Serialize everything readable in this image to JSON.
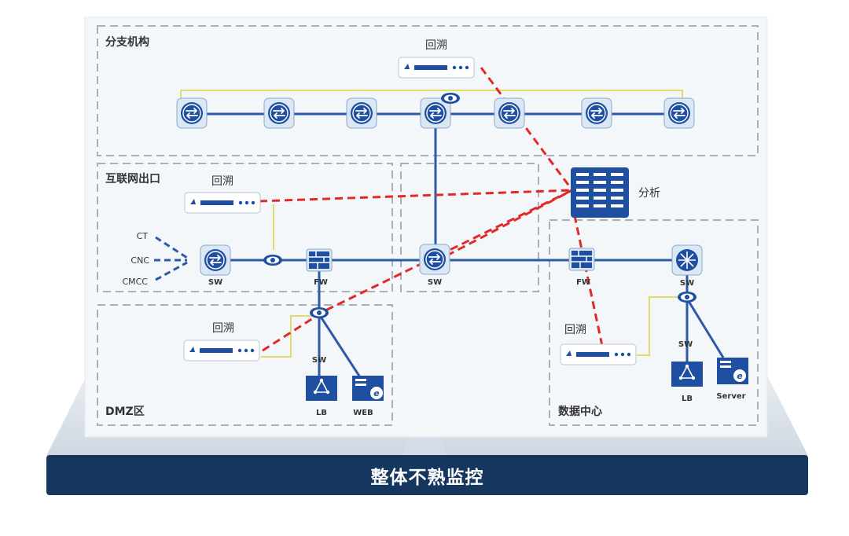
{
  "zones": {
    "branch": "分支机构",
    "internet_exit": "互联网出口",
    "dmz": "DMZ区",
    "datacenter": "数据中心"
  },
  "probes": {
    "branch": "回溯",
    "internet": "回溯",
    "dmz": "回溯",
    "datacenter": "回溯"
  },
  "analysis_label": "分析",
  "isps": [
    "CT",
    "CNC",
    "CMCC"
  ],
  "device_labels": {
    "sw_internet": "SW",
    "fw_internet": "FW",
    "sw_core": "SW",
    "fw_datacenter": "FW",
    "sw_datacenter": "SW",
    "sw_dmz": "SW",
    "lb_dmz": "LB",
    "web_dmz": "WEB",
    "sw_dc_access": "SW",
    "lb_dc": "LB",
    "server_dc": "Server"
  },
  "caption": "整体不熟监控",
  "colors": {
    "brand_blue": "#1f4fa0",
    "link_blue": "#2c5aa8",
    "mirror_yellow": "#e3dc6a",
    "trace_red": "#e02a2a",
    "caption_bg": "#15375f",
    "panel_bg": "#f4f7fa"
  }
}
